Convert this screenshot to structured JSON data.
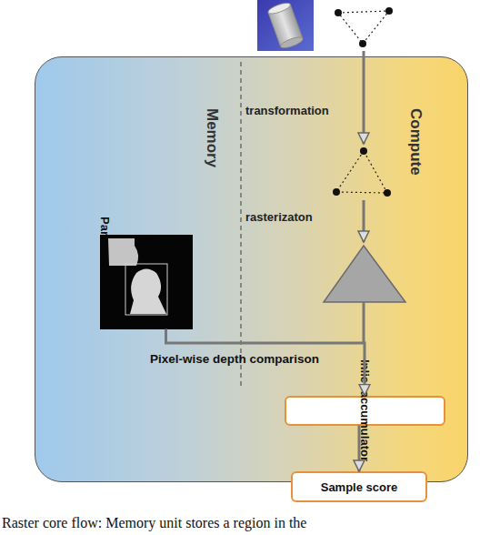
{
  "diagram": {
    "caption": "Raster core flow: Memory unit stores a region in the",
    "nodes": [
      {
        "text": [
          "Memory",
          "Compute"
        ]
      },
      {
        "text": [
          "Partial observation"
        ],
        "in": 0
      },
      {
        "text": [
          "Inlier accumulator"
        ],
        "in": 0
      },
      {
        "text": [
          "Sample score"
        ]
      }
    ],
    "edges": [
      {
        "from": 1,
        "to": 2,
        "label": "Pixel-wise depth comparison",
        "arrow": "to"
      },
      {
        "from": 2,
        "to": 3,
        "arrow": "to"
      }
    ],
    "labels": [
      "transformation",
      "rasterizaton"
    ]
  }
}
